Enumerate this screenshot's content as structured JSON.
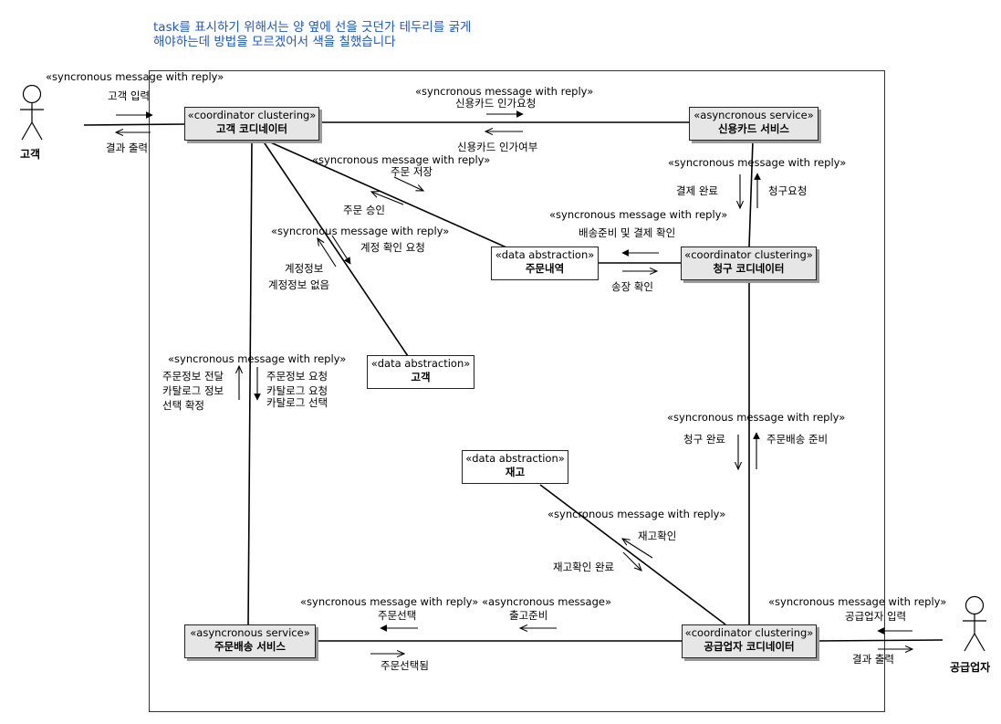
{
  "note": {
    "line1": "task를 표시하기 위해서는 양 옆에 선을 긋던가 테두리를 굵게",
    "line2": "해야하는데 방법을 모르겠어서 색을 칠했습니다"
  },
  "actors": {
    "customer": "고객",
    "supplier": "공급업자"
  },
  "objects": {
    "customer_coordinator": {
      "stereotype": "«coordinator clustering»",
      "name": "고객 코디네이터"
    },
    "credit_card_service": {
      "stereotype": "«asyncronous service»",
      "name": "신용카드 서비스"
    },
    "order_history": {
      "stereotype": "«data abstraction»",
      "name": "주문내역"
    },
    "billing_coordinator": {
      "stereotype": "«coordinator clustering»",
      "name": "청구 코디네이터"
    },
    "customer_data": {
      "stereotype": "«data abstraction»",
      "name": "고객"
    },
    "inventory": {
      "stereotype": "«data abstraction»",
      "name": "재고"
    },
    "delivery_service": {
      "stereotype": "«asyncronous service»",
      "name": "주문배송 서비스"
    },
    "supplier_coordinator": {
      "stereotype": "«coordinator clustering»",
      "name": "공급업자 코디네이터"
    }
  },
  "messages": {
    "customer_stereo": "«syncronous message with reply»",
    "customer_input": "고객 입력",
    "customer_output": "결과 출력",
    "card_stereo": "«syncronous message with reply»",
    "card_request": "신용카드 인가요청",
    "card_reply": "신용카드 인가여부",
    "history_stereo": "«syncronous message with reply»",
    "order_save": "주문 저장",
    "order_approve": "주문 승인",
    "card_billing_stereo": "«syncronous message with reply»",
    "payment_done": "결제 완료",
    "billing_request": "청구요청",
    "billing_history_stereo": "«syncronous message with reply»",
    "ship_ready_payment": "배송준비 및 결제 확인",
    "invoice_confirm": "송장 확인",
    "account_stereo": "«syncronous message with reply»",
    "account_check": "계정 확인 요청",
    "account_info": "계정정보",
    "account_none": "계정정보 없음",
    "delivery_stereo": "«syncronous message with reply»",
    "order_info_sent": "주문정보 전달",
    "catalog_info": "카탈로그 정보",
    "select_confirm": "선택 확정",
    "order_info_req": "주문정보 요청",
    "catalog_req": "카탈로그 요청",
    "catalog_select": "카탈로그 선택",
    "billing_supplier_stereo": "«syncronous message with reply»",
    "billing_done": "청구 완료",
    "delivery_ready": "주문배송 준비",
    "inventory_stereo": "«syncronous message with reply»",
    "inventory_check": "재고확인",
    "inventory_check_done": "재고확인 완료",
    "supplier_delivery_stereo": "«syncronous message with reply»",
    "order_select": "주문선택",
    "order_selected": "주문선택됨",
    "async_stereo": "«asyncronous message»",
    "release_prep": "출고준비",
    "supplier_stereo": "«syncronous message with reply»",
    "supplier_input": "공급업자 입력",
    "supplier_output": "결과 출력"
  }
}
